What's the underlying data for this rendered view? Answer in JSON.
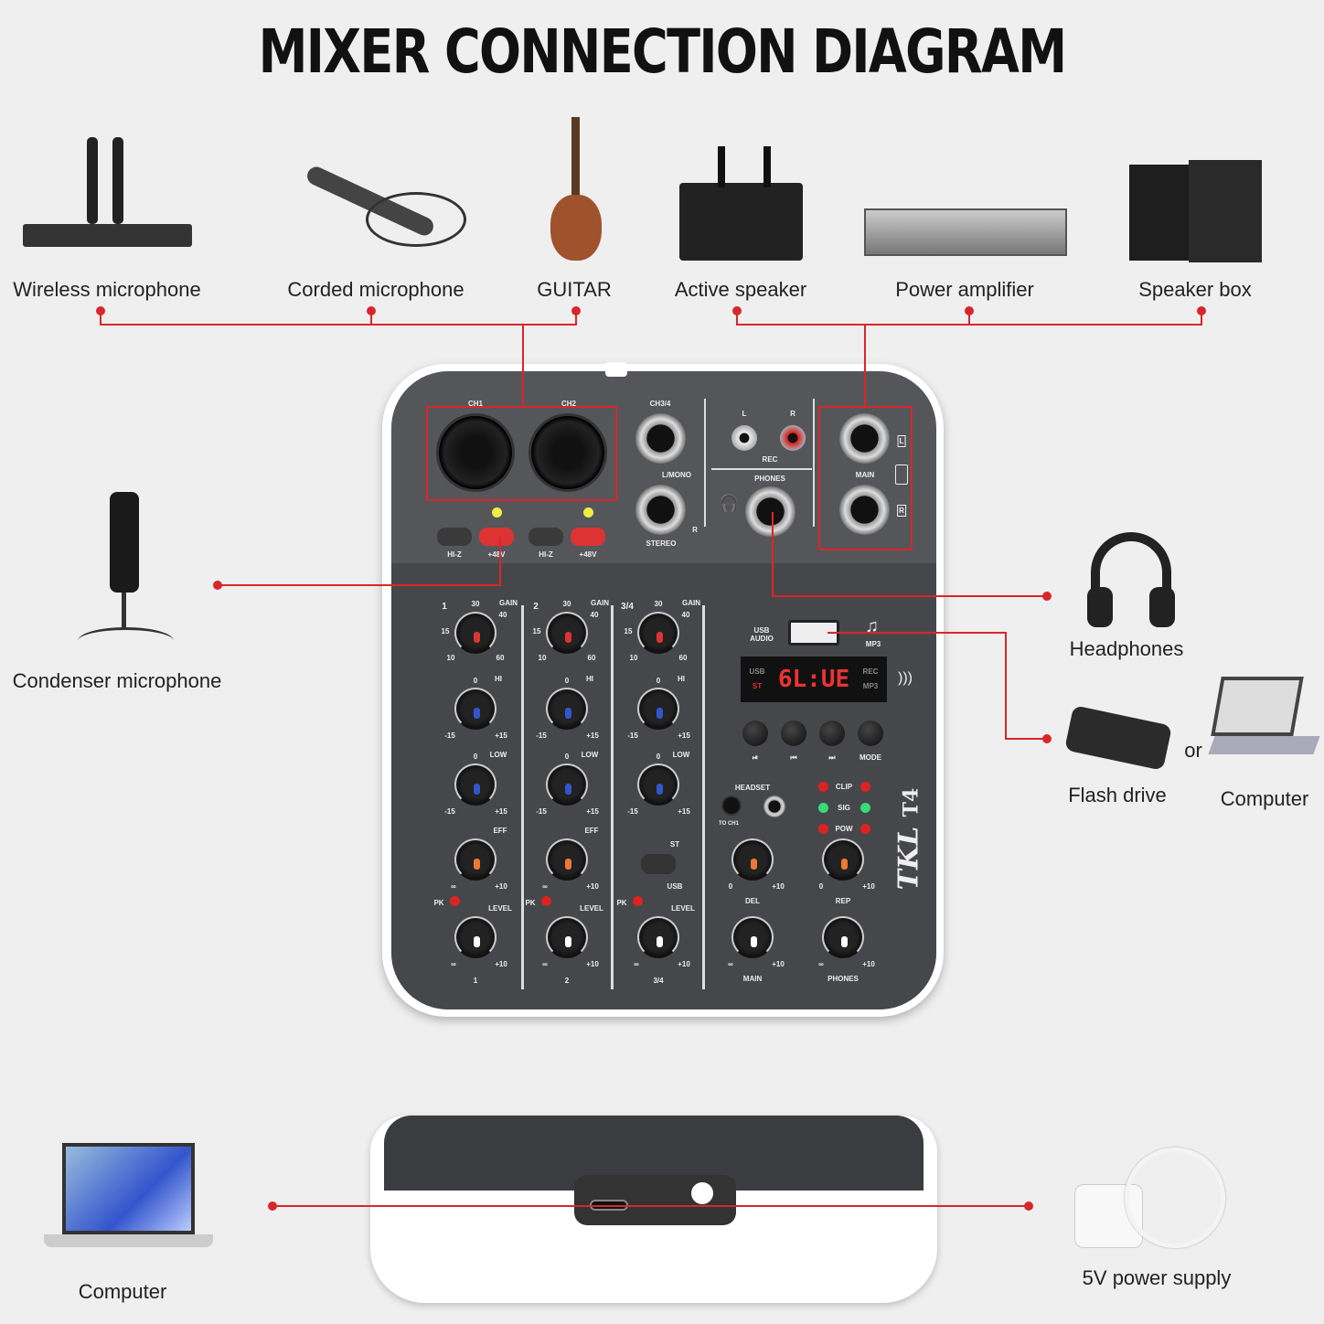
{
  "title": "MIXER CONNECTION DIAGRAM",
  "inputs": [
    "Wireless microphone",
    "Corded microphone",
    "GUITAR"
  ],
  "outputs": [
    "Active speaker",
    "Power amplifier",
    "Speaker box"
  ],
  "side": {
    "condenser": "Condenser microphone",
    "headphones": "Headphones",
    "flash": "Flash drive",
    "or": "or",
    "computer_right": "Computer",
    "computer_bottom": "Computer",
    "power": "5V power supply"
  },
  "mixer": {
    "brand": "TKL",
    "model": "T4",
    "top": {
      "ch1": "CH1",
      "ch2": "CH2",
      "ch34": "CH3/4",
      "lmono": "L/MONO",
      "r": "R",
      "stereo": "STEREO",
      "l": "L",
      "rec_r": "R",
      "rec": "REC",
      "phones": "PHONES",
      "main": "MAIN",
      "main_l": "L",
      "main_r": "R",
      "hiz": "HI-Z",
      "p48": "+48V"
    },
    "strips": [
      {
        "num": "1",
        "bottom": "1"
      },
      {
        "num": "2",
        "bottom": "2"
      },
      {
        "num": "3/4",
        "bottom": "3/4"
      }
    ],
    "knob_labels": {
      "gain": "GAIN",
      "g15": "15",
      "g30": "30",
      "g40": "40",
      "g10": "10",
      "g60": "60",
      "hi": "HI",
      "low": "LOW",
      "zero": "0",
      "m15": "-15",
      "p15": "+15",
      "eff": "EFF",
      "inf": "∞",
      "p10": "+10",
      "pk": "PK",
      "level": "LEVEL"
    },
    "st": "ST",
    "usb": "USB",
    "usb_audio": "USB AUDIO",
    "mp3": "MP3",
    "display": "6L:UE",
    "disp_usb": "USB",
    "disp_st": "ST",
    "disp_rec": "REC",
    "disp_mp3": "MP3",
    "transport": [
      "⏯",
      "⏮",
      "⏭",
      "MODE"
    ],
    "headset": "HEADSET",
    "to_ch1": "TO CH1",
    "leds": [
      "CLIP",
      "SIG",
      "POW"
    ],
    "del": "DEL",
    "rep": "REP",
    "main": "MAIN",
    "phones_knob": "PHONES"
  },
  "colors": {
    "line": "#d9262b",
    "panel": "#55565a",
    "background": "#efefef"
  }
}
